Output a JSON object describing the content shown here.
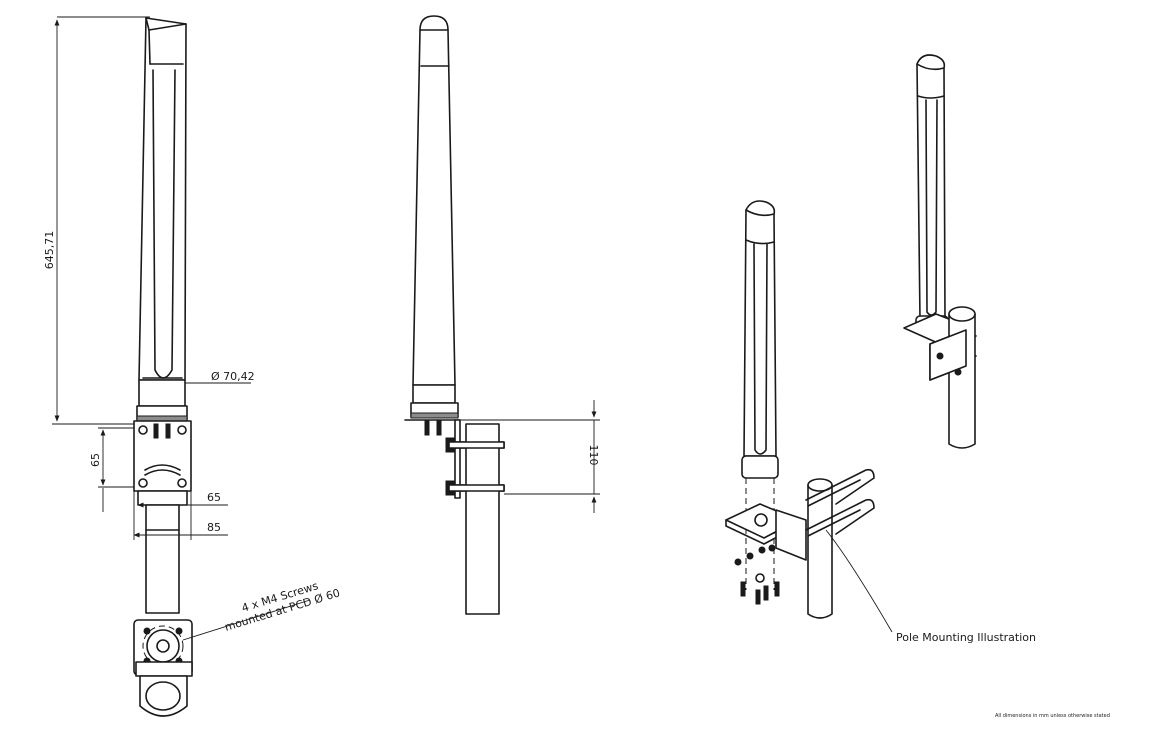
{
  "dimensions": {
    "height": "645,71",
    "diameter": "Ø 70,42",
    "bracket_small": "65",
    "bracket_width_inner": "65",
    "bracket_width_outer": "85",
    "side_height": "110"
  },
  "notes": {
    "screws_line1": "4 x M4 Screws",
    "screws_line2": "mounted at PCD Ø 60",
    "pole_mounting": "Pole Mounting Illustration",
    "footer": "All dimensions in mm unless otherwise stated"
  }
}
